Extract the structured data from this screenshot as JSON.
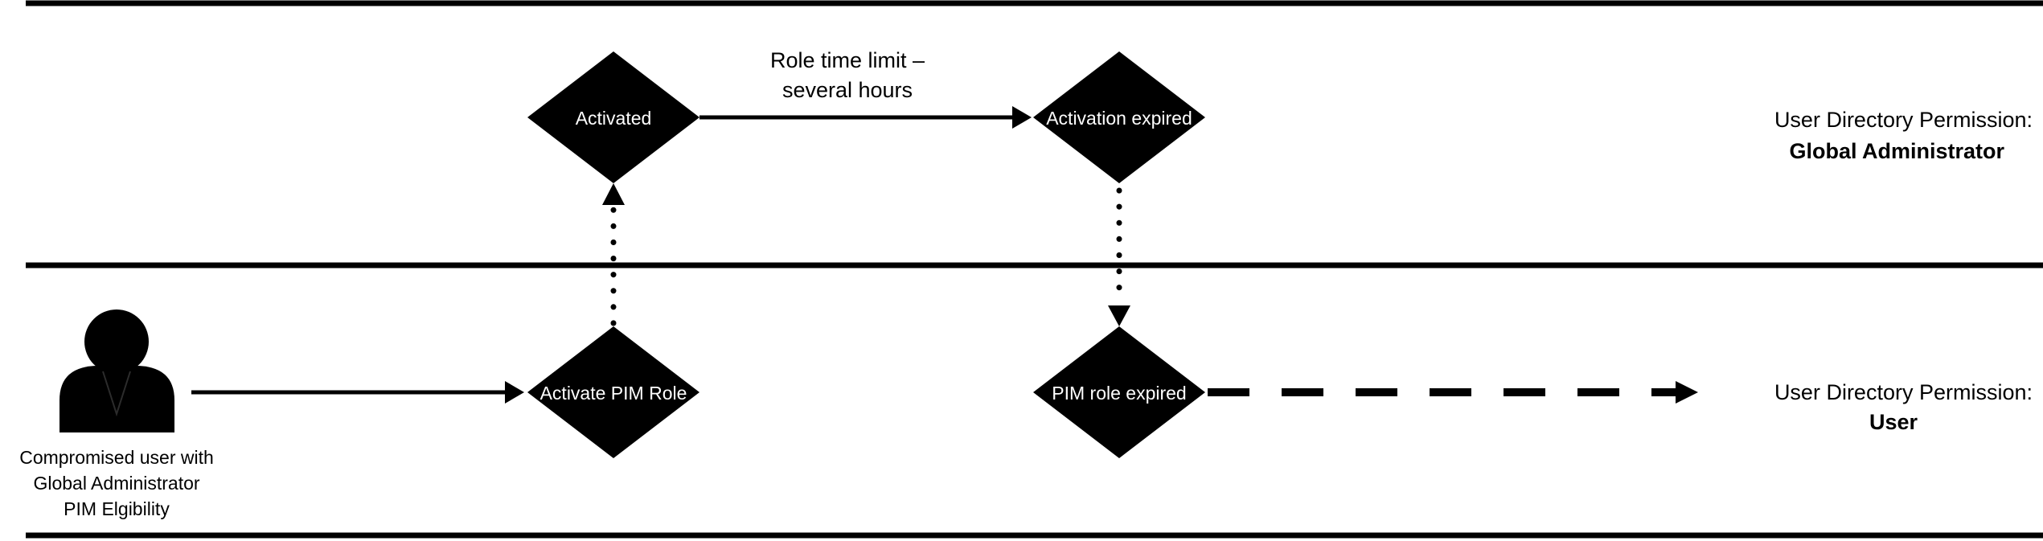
{
  "diagram": {
    "nodes": {
      "activated": "Activated",
      "activation_expired": "Activation expired",
      "activate_pim_role": "Activate PIM Role",
      "pim_role_expired": "PIM role expired"
    },
    "edge_label": {
      "line1": "Role time limit –",
      "line2": "several hours"
    },
    "user": {
      "line1": "Compromised user with",
      "line2": "Global Administrator",
      "line3": "PIM Elgibility"
    },
    "top_lane": {
      "heading": "User Directory Permission:",
      "value": "Global Administrator"
    },
    "bottom_lane": {
      "heading": "User Directory Permission:",
      "value": "User"
    },
    "colors": {
      "shape_fill": "#000000",
      "shape_text": "#ffffff",
      "line": "#000000",
      "text": "#000000"
    }
  }
}
